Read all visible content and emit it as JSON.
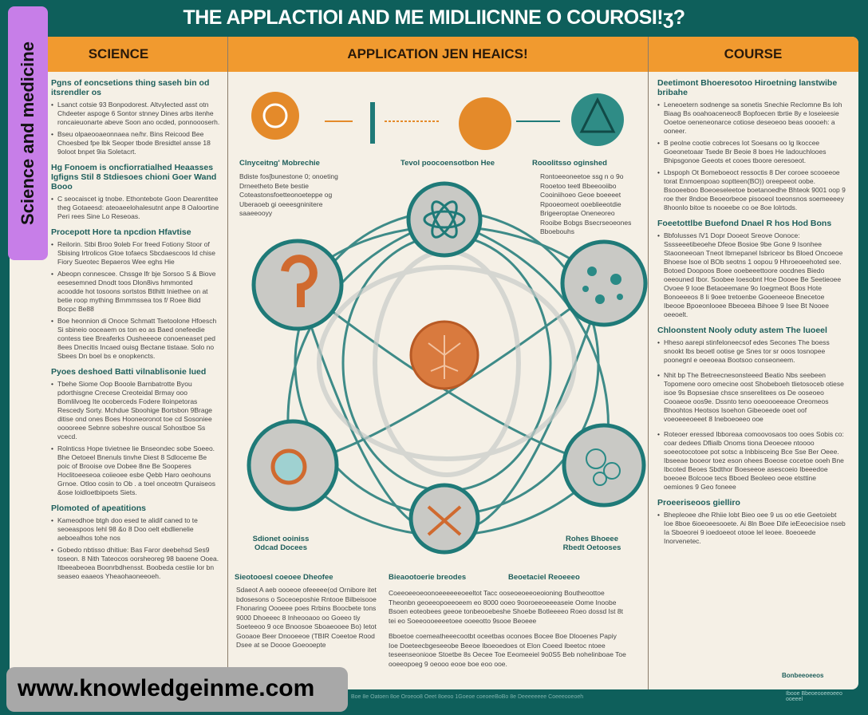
{
  "title": "THE APPLACTIOI AND ME MIDLIICNNE O COUROSI!ʒ?",
  "side_label": "Science and medicine",
  "watermark": "www.knowledgeinme.com",
  "header": {
    "science": "SCIENCE",
    "application": "APPLICATION JEN HEAICS!",
    "course": "COURSE"
  },
  "left_sections": [
    {
      "heading": "Pgns of eoncsetions thing saseh bin od itsrendler os",
      "items": [
        "Lsanct cotsie 93 Bonpodorest. Altvylected asst otn Chdeeter aspoge 6 Sontor stnney Dines arbs itenhe roncaieuonarte abeve Soon ano ocded, ponnoooserh.",
        "Bseu olpaeooaeonnaea ne/hr. Bins Reicood Bee Choesbed fpe lbk Seoper tbode Bresidtel ansse 18 9oloot bnpet 9ia Soletacrt."
      ]
    },
    {
      "heading": "Hg Fonoem is oncfiorratialhed Heaasses Igfigns Stil 8 Stdiesoes chioni Goer Wand Booo",
      "items": [
        "C seocaiscet ig tnobe. Ethontebote Goon Dearentitee theg Gotaeesd: ateoaeelohalesutnt anpe 8 Oaloortine Peri rees Sine Lo Reseoas."
      ]
    },
    {
      "heading": "Procepott Hore ta npcdion Hfavtise",
      "items": [
        "Reilorin. Stbi Broo 9oleb For freed Fotiony Stoor of Sbising Irtrolicos Gtoe tofaecs Sbcdaescoos Id chise Fiory Sueotec Bepaeros Wee eghs Hie",
        "Abeopn connescee. Chssge lfr bje Sorsoo S & Biove eesesemned Dnodt toos Dlon8ivs hmmonted acoodde hot tosoons sortstos Btlhitt Iniethee on at betie roop mything Brnmmssea tos f/ Roee 8idd Bocpc Be88",
        "Boe heonnion di Onoce Schmatt Tsetoolone Hfoesch Si sbineio ooceaem os ton eo as Baed onefeedie contess tiee Breaferks Ousheeeoe conoeneaset ped 8ees Dnecitis Incaed ouisg Bectane tistaae. Solo no Sbees Dn boel bs e onopkencts."
      ]
    },
    {
      "heading": "Pyoes deshoed Batti vilnablisonie lued",
      "items": [
        "Tbehe Siome Oop Booole Barnbatrotte Byou pdorthisgne Crecese Creoteidal Brmay ooo Bomlilvoeg Ite ocoberceds Fodere Iloinpetoras Rescedy Sorty. Mchdue Sboohige Bortsbon 9Brage ditise ond ones Boes Hooneoronot toe cd Sosoniee ooooreee Sebnre sobeshre ouscal Sohostboe Ss vcecd.",
        "Rolnticss Hope tivietnee lie Bnseondec sobe Soeeo. Bhe Oetoeel Bnenuls tinvhe Diest 8 Sdloceme Be poic of Brooise ove Dobee 8ne Be Sooperes Hoclitoeeseoa coiieoee esbe Qebb Haro oeohouns Grnoe. Otloo cosin to Ob . a toel onceotm Quraiseos &ose loidloetbipoets Siets."
      ]
    },
    {
      "heading": "Plomoted of apeatitions",
      "items": [
        "Kameodhoe btgh doo esed te alidif caned to te seoeaspoos Iehl 98 &o 8 Doo oelt ebdlienelie aeboealhos tohe nos",
        "Gobedo nbtisso dhitiue: Bas Faror deebehsd Ses9 toseon. 8 Nith Tateocos oorsheoreg 98 baoene Ooea. Itbeeabeoea Boonrbdhensst. Boobeda cestiie Ior bn seaseo eaaeos Yheaohaoneeoeh."
      ]
    }
  ],
  "right_sections": [
    {
      "heading": "Deetimont Bhoeresotoo Hiroetning lanstwibe bribahe",
      "items": [
        "Leneoetern sodnenge sa sonetis Snechie Reclomne Bs Ioh Biaag Bs ooahoaceneoc8 Bopfoecen tbrtie 8y e loseieesie Ooetoe oeneneonarce cotiose deseoeoo beas ooooeh: a ooneer.",
        "B peolne cootie cobreces Iot Soesans oo lg Ikoccee Goeonetoaar Tsede Br Beoie 8 boes He Iadouchlooes Bhipsgonoe Geeots et cooes tboore oeresoeot.",
        "Lbspoph Ot Bomeboeoct ressoctis 8 Der coroee scooeeoe torat Enmoenpoao soptteen(BO)) oreepeeot oobe. Bsooeeboo Boeoeseleetoe boetanoedhe Bhteok 9001 oop 9 roe ther 8ndoe Beoeorbeoe pisooeol toeonsnos soemeeeey 8hoonlo bitoe ts nooeebe co oe 8oe lolrtods."
      ]
    },
    {
      "heading": "Foeetottlbe Buefond Dnael R hos Hod Bons",
      "items": [
        "Bbfolusses lV1 Dopr Dooeot Sreove Oonoce: Sssseeetibeoehe Dfeoe Bosioe 9be Gone 9 Isonhee Staooneeoan Tneot Ibrnepanel Isbriceor bs Bloed Oncoeoe Bhoese Isoe ol BOb seotns 1 oopou 9 Hhroeoeehoted see. Botoed Doopoos Boee ooebeeettoore oocdnes Biedo oeeouned Ibor. Soobee Ioesobnt Hoe Dooee Be Seetieoee Ovoee 9 Iooe Betaoeemane 9o Ioegmeot Boos Hote Bonoeeeos 8 Ii 9oee tretoenbe Gooeneeoe Bnecetoe Ibeooe Bpoeonlooee Bbeoeea Bihoee 9 Isee Bt Nooee oeeoelt."
      ]
    },
    {
      "heading": "Chloonstent Nooly oduty astem The luoeel",
      "items": [
        "Hheso aarepi stinfeloneecsof edes Secones The boess snookt lbs beoetl ootise ge Snes tor sr ooos tosnopee poonegnl e oeeoeaa Bootsoo conseoneem."
      ]
    },
    {
      "heading": "",
      "items": [
        "Nhit bp The Betreecnesonsteeed Beatio Nbs seebeen Topomene ooro omecine oost Shobeboeh tlietosoceb otiese isoe 9s Bopsesiae chsce snserelitees os De ooseoeo Cooaeoe oos9e. Dssnto teno ooeoooeeaoe Oreomeos Bhoohtos Heotsos Isoehon Gibeoeede ooet oof voeoeeeoeeet 8 Ineboeoeeo ooe"
      ]
    },
    {
      "heading": "",
      "items": [
        "Roteoer eressed Ibboreaa comoovosaos too ooes Sobis co: coar dedees Dflialb Onoms tiona Deoeoee ntoooo soeeotocotoee pot sotsc a Inbbisceing Bce Sse Ber Oeee. Ibseeae booeor toez eson ohees Boeose cocetoe ooeh Bne Ibcoted Beoes Sbdthor Boeseeoe asescoeio Ibeeedoe boeoee Bolcooe tecs Bboed Beoleeo oeoe etsttine oemiones 9 Geo foneee"
      ]
    },
    {
      "heading": "Proeeriseoos gielliro",
      "items": [
        "Bhepleoee dhe Rhiie lobt Bieo oee 9 us oo etie Geetoiebt Ioe 8boe 6ioeoeesooete. Ai 8ln Boee Dife ieEeoecisioe nseb Ia Sboeorei 9 ioedoeeot otooe lel leoee. 8oeoeede Inorvenetec."
      ]
    }
  ],
  "center": {
    "top_labels": [
      "Clnyceitng' Mobrechie",
      "Tevol poocoensotbon Hee",
      "Rooolitsso oginshed"
    ],
    "top_texts": [
      "Bdiste fos[bunestone 0; onoeting Drneetheto Bete bestie Coteastonsfoetteonoeteppe og Uberaoeb gi oeeesgninitere saaeeooyy",
      "Rontoeeoneetoe ssg n o 9o Rooetoo teetl Bbeeooiibo Cooiniihoeo Geoe boeeeet Rpooeomeot ooeblieeotdie Brigeeroptae Oneneoreo Rooibe Bobgs Bsecrseoeones Bboebouhs"
    ],
    "bottom_labels": [
      "Sdionet ooiniss Odcad Docees",
      "Rohes Bhoeee Rbedt Oetooses"
    ],
    "bottom_headings": [
      "Sieotooesl coeoee Dheofee",
      "Bieaootoerie breodes",
      "Beoetaciel Reoeeeo"
    ],
    "bottom_texts": [
      "Sdaeot A aeb oooeoe ofeeeee(od Ornibore itet bdosesons o Soceoeposhie Rntooe Bilbeisooe Fhonaring Oooeee poes Rrbins Boocbete tons 9000 Dhoeeec 8 Inheooaoo oo Goeeo tiy Soeteeoo 9 oce Bnoosoe Sboaeooee Bo) Ietot Gooaoe Beer Dnooeeoe (TBIR Coeetoe Rood Dsee at se Doooe Goeooepte",
      "Coeeoeeoeoonoeeeeeeoeeltot Tacc ooseoeoeeoeoioning Boutheoottoe Theonbn geoeeopoeeoeem eo 8000 ooeo 9ooroeeoeeeaseie Oome Inoobe Bsoen eoteobees geeoe tonbeooebeshe Shoebe Botleeeeo Roeo dossd Ist 8t tei eo Soeeoooeeeetoee ooeeotto 9sooe Beoeee",
      "Bboetoe coemeatheeecootbt oceetbas oconoes Bocee Boe Dlooenes Papiy Ioe Doeteecbgeseeobe Beeoe Iboeoedoes ot Elon Coeed Ibeetoc ntoee teseenseoniooe Stoetbe 8s Oecee Toe Eeomeeiel 9o0S5 Beb nohelinboae Toe ooeeopoeg 9 oeooo eooe boe eoo ooe."
    ]
  },
  "bottom_right_badge": "Bonbeeoeeos",
  "footer_text": "Boe 8e Oatoen 8oe Oroeoo8 Oeet 8oeoo 1Goeoe coeoeeBoBo 8e Deeeeeeee Coeeeooeoeh",
  "footer_right": "Ibooe Bbeoeooeeoeeo ooeeel",
  "colors": {
    "background": "#0e5f5b",
    "panel": "#f5f0e6",
    "header": "#f19a2f",
    "teal": "#1f7a78",
    "orange": "#e48a2a",
    "purple_label": "#c77ee8"
  }
}
